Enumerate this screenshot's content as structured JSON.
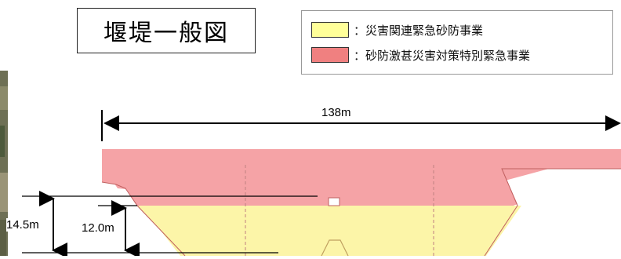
{
  "title": "堰堤一般図",
  "legend": [
    {
      "label": "：災害関連緊急砂防事業",
      "color": "#ffff99"
    },
    {
      "label": "：砂防激甚災害対策特別緊急事業",
      "color": "#f08080"
    }
  ],
  "dimensions": {
    "width": "138m",
    "height_total": "14.5m",
    "height_lower": "12.0m"
  },
  "colors": {
    "upper": "#f5a3a6",
    "lower": "#fcf5a8",
    "outline": "#333333"
  }
}
